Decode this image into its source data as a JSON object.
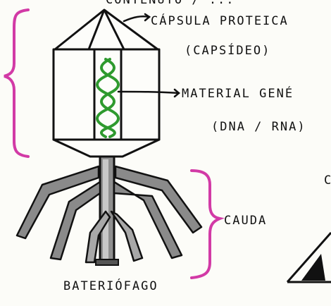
{
  "labels": {
    "top_partial": "CONTENUTO / ...",
    "capsula": "CÁPSULA PROTEICA",
    "capsideo": "(CAPSÍDEO)",
    "material": "MATERIAL GENÉ",
    "dna_rna": "(DNA / RNA)",
    "cauda": "CAUDA",
    "bateriofago": "BATERIÓFAGO",
    "right_partial": "C"
  },
  "colors": {
    "ink": "#111111",
    "brace": "#d23aa6",
    "dna": "#2e9a2e",
    "tail_gray": "#9a9a9a",
    "tail_dark": "#555555"
  }
}
